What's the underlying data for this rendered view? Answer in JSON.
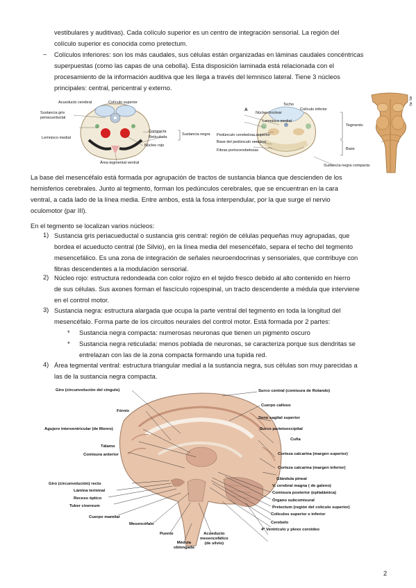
{
  "intro": {
    "line1": "vestibulares y auditivas). Cada colículo superior es un centro de integración sensorial. La región del",
    "line2": "colículo superior es conocida como pretectum.",
    "bullet_symbol": "–",
    "inferior_lines": [
      "Colículos inferiores: son los más caudales, sus células están organizadas en láminas caudales concéntricas",
      "superpuestas (como las capas de una cebolla). Esta disposición laminada está relacionada con el",
      "procesamiento de la información auditiva que les llega a través del lemnisco lateral. Tiene 3 núcleos",
      "principales: central, pericentral y externo."
    ]
  },
  "figure1": {
    "labels": {
      "acueducto": "Acueducto cerebral",
      "coliculo_sup": "Colículo superior",
      "sustancia_gris": "Sustancia gris\nperiacueductal",
      "lemnisco": "Lemnisco medial",
      "compacta": "Compacta",
      "reticulada": "Reticulada",
      "sustancia_negra": "Sustancia negra",
      "nucleo_rojo": "Núcleo rojo",
      "area_teg": "Área tegmental ventral"
    }
  },
  "figure2": {
    "labels": {
      "letter": "A",
      "techo": "Techo",
      "coliculo_inf": "Colículo inferior",
      "nucleo_troclear": "Núcleo troclear",
      "lemnisco": "Lemnisco medial",
      "tegmento": "Tegmento",
      "pedunculo": "Pedúnculo cerebeloso superior",
      "base_ped": "Base del pedúnculo cerebral",
      "fibras": "Fibras portocerebelosas",
      "base": "Base",
      "sustancia": "Sustancia negra compacta"
    }
  },
  "figure3": {
    "marker_b": "B",
    "marker_a": "A"
  },
  "base": [
    "La base del mesencéfalo está formada por agrupación de tractos de sustancia blanca que descienden de los",
    "hemisferios cerebrales. Junto al tegmento, forman los pedúnculos cerebrales, que se encuentran en la cara",
    "ventral, a cada lado de la línea media. Entre ambos, está la fosa interpendular, por la que surge el nervio",
    "oculomotor (par III)."
  ],
  "tegmento_intro": "En el tegmento se localizan varios núcleos:",
  "list": [
    {
      "num": "1)",
      "lines": [
        "Sustancia gris periacueductal o sustancia gris central: región de células pequeñas muy agrupadas, que",
        "bordea el acueducto central (de Silvio), en la línea media del mesencéfalo, separa el techo del tegmento",
        "mesencefálico. Es una zona de integración de señales neuroendocrinas y sensoriales, que contribuye con",
        "fibras descendentes a la modulación sensorial."
      ]
    },
    {
      "num": "2)",
      "lines": [
        "Núcleo rojo: estructura redondeada con color rojizo en el tejido fresco debido al alto contenido en hierro",
        "de sus células. Sus axones forman el fascículo rojoespinal, un tracto descendente a médula que interviene",
        "en el control motor."
      ]
    },
    {
      "num": "3)",
      "lines": [
        "Sustancia negra: estructura alargada que ocupa la parte ventral del tegmento en toda la longitud del",
        "mesencéfalo. Forma parte de los circuitos neurales del control motor. Está formada por 2 partes:"
      ]
    },
    {
      "num": "4)",
      "lines": [
        "Área tegmental ventral: estructura triangular medial a la sustancia negra, sus células son muy parecidas a",
        "las de la sustancia negra compacta."
      ]
    }
  ],
  "sub_bullets": {
    "symbol": "*",
    "items": [
      {
        "lines": [
          "Sustancia negra compacta: numerosas neuronas que tienen un pigmento oscuro"
        ]
      },
      {
        "lines": [
          "Sustancia negra reticulada: menos poblada de neuronas, se caracteriza porque sus dendritas se",
          "entrelazan con las de la zona compacta formando una tupida red."
        ]
      }
    ]
  },
  "brain": {
    "left": [
      "Giro (circunvolución del cíngulo)",
      "Fórnix",
      "Agujero interventricular (de Monro)",
      "Tálamo",
      "Comisura anterior",
      "Giro (circunvolución) recto",
      "Lámina terminal",
      "Receso óptico",
      "Tuber cinereum",
      "Cuerpo mamilar",
      "Mesencéfalo",
      "Puente",
      "Médula\noblongada",
      "Acueducto\nmesencefálico\n(de silvio)"
    ],
    "right": [
      "Surco central (comisura de Rolando)",
      "Cuerpo calloso",
      "Seno sagital superior",
      "Surco parietooccipital",
      "Cuña",
      "Corteza calcarina (margen superior)",
      "Corteza calcarina (margen inferior)",
      "Glándula pineal",
      "V. cerebral magna ( de galeno)",
      "Comisura posterior (epitalámica)",
      "Órgano subcomisural",
      "Pretectum (región del colículo superior)",
      "Colículos superior e inferior",
      "Cerebelo",
      "4º Ventrículo y plexo coroideo"
    ]
  },
  "page_number": "2"
}
